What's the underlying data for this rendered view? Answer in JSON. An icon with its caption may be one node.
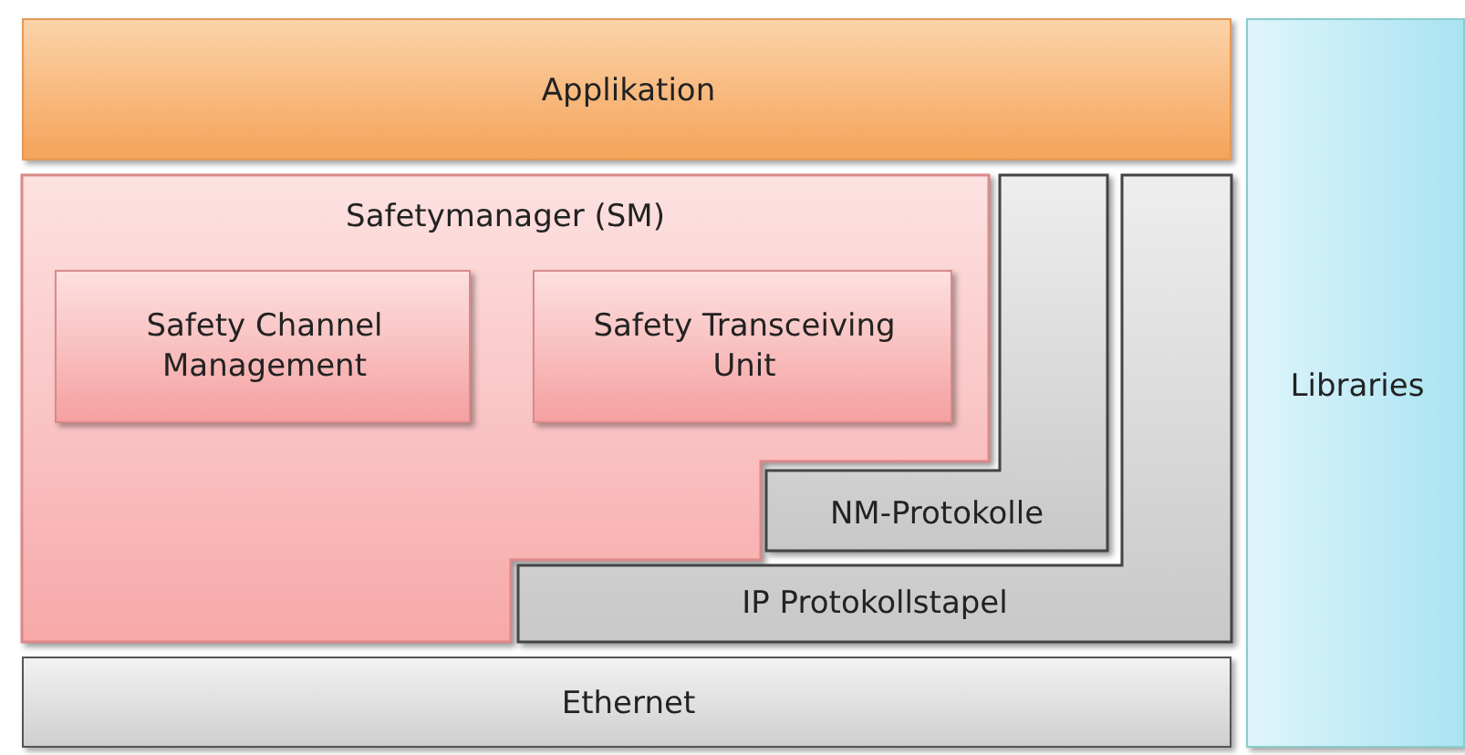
{
  "diagram": {
    "nodes": [
      {
        "text": [
          "Applikation"
        ]
      },
      {
        "text": [
          "Safetymanager (SM)"
        ]
      },
      {
        "text": [
          "Safety Channel Management"
        ],
        "in": 1
      },
      {
        "text": [
          "Safety Transceiving Unit"
        ],
        "in": 1
      },
      {
        "text": [
          "NM-Protokolle"
        ]
      },
      {
        "text": [
          "IP Protokollstapel"
        ]
      },
      {
        "text": [
          "Ethernet"
        ]
      },
      {
        "text": [
          "Libraries"
        ]
      }
    ]
  }
}
